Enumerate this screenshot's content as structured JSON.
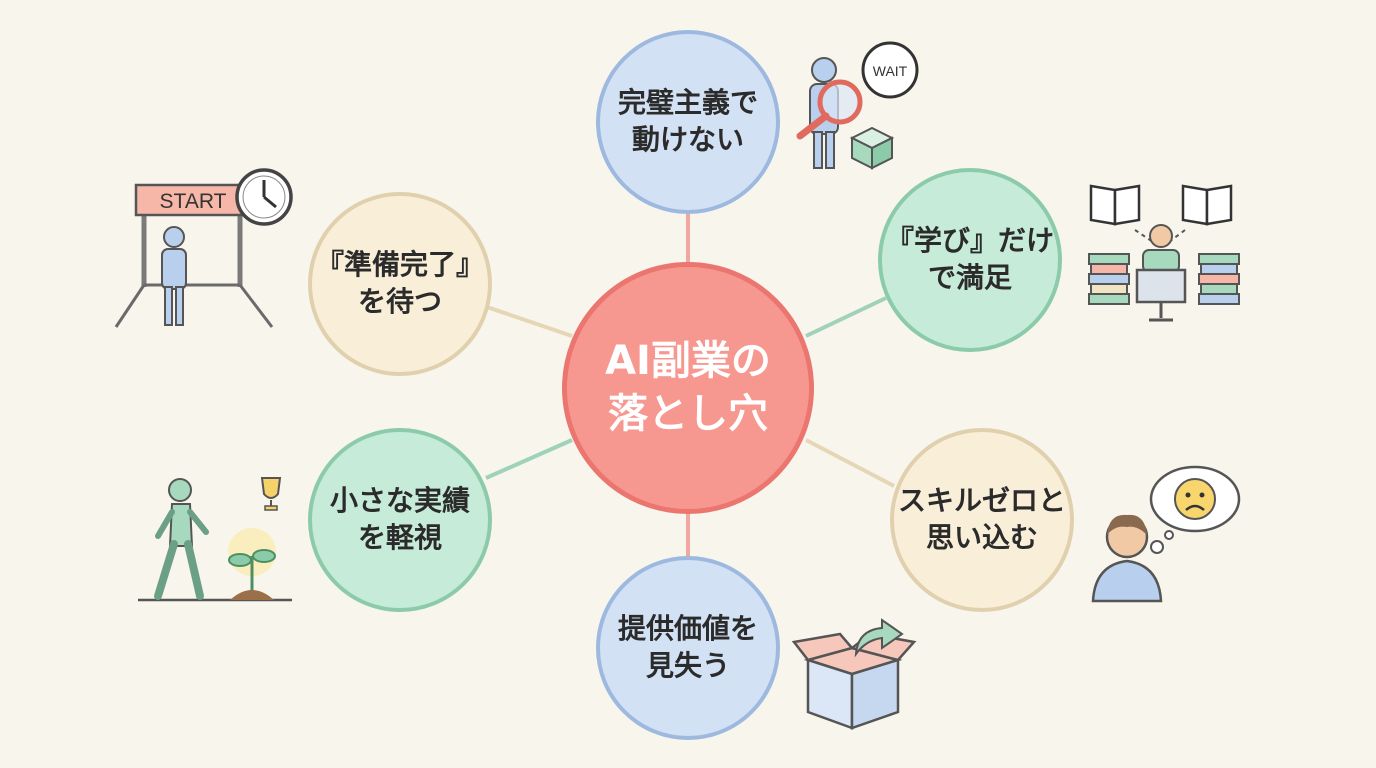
{
  "center": {
    "line1": "AI副業の",
    "line2": "落とし穴"
  },
  "nodes": {
    "top": {
      "line1": "完璧主義で",
      "line2": "動けない"
    },
    "tr": {
      "line1": "『学び』だけ",
      "line2": "で満足"
    },
    "br": {
      "line1": "スキルゼロと",
      "line2": "思い込む"
    },
    "bottom": {
      "line1": "提供価値を",
      "line2": "見失う"
    },
    "bl": {
      "line1": "小さな実績",
      "line2": "を軽視"
    },
    "tl": {
      "line1": "『準備完了』",
      "line2": "を待つ"
    }
  },
  "labels": {
    "start": "START",
    "wait": "WAIT"
  },
  "icons": {
    "top": "perfectionist-magnifier-icon",
    "tr": "study-books-computer-icon",
    "br": "worried-person-icon",
    "bottom": "open-box-icon",
    "bl": "walking-sprout-trophy-icon",
    "tl": "start-gate-clock-icon"
  },
  "colors": {
    "background": "#f8f5ec",
    "center": "#f79890",
    "blue": "#d3e1f4",
    "green": "#c7ebd9",
    "cream": "#f9efd9"
  }
}
